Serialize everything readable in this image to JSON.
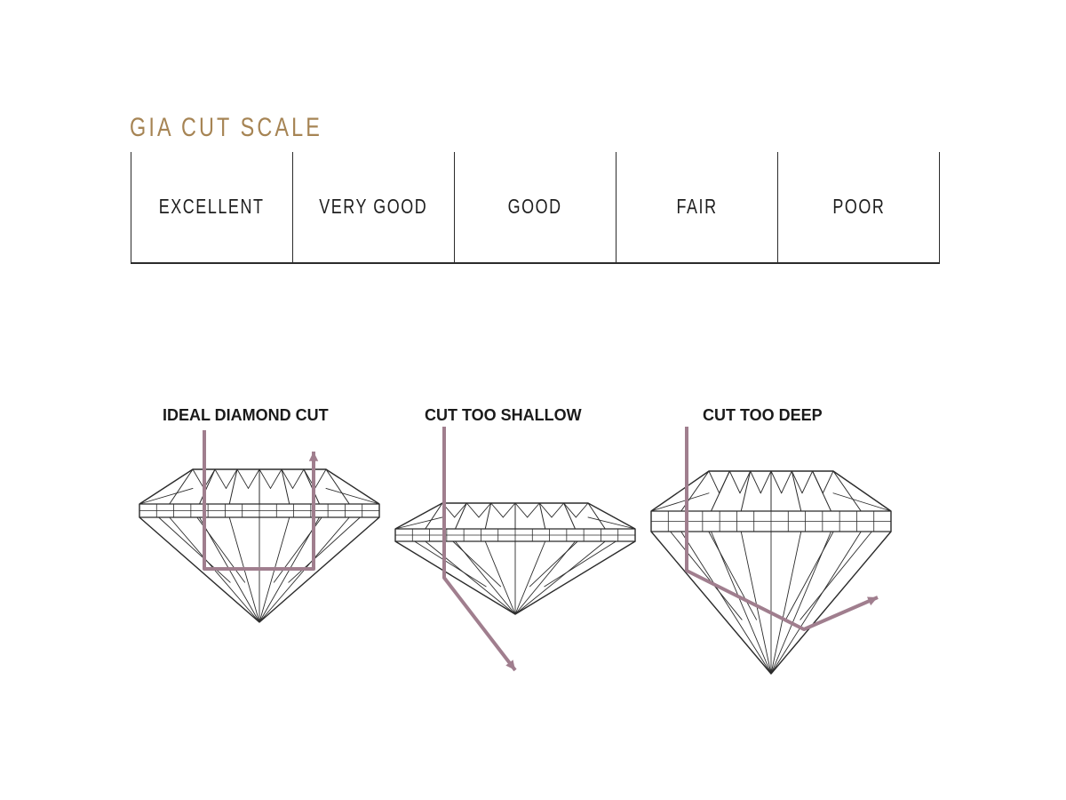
{
  "scale": {
    "title": "GIA CUT SCALE",
    "grades": [
      "EXCELLENT",
      "VERY GOOD",
      "GOOD",
      "FAIR",
      "POOR"
    ]
  },
  "diamonds": [
    {
      "label": "IDEAL DIAMOND CUT"
    },
    {
      "label": "CUT TOO SHALLOW"
    },
    {
      "label": "CUT TOO DEEP"
    }
  ],
  "colors": {
    "title_gold": "#a68454",
    "outline": "#2b2b2b",
    "light_path": "#a07e8e"
  }
}
